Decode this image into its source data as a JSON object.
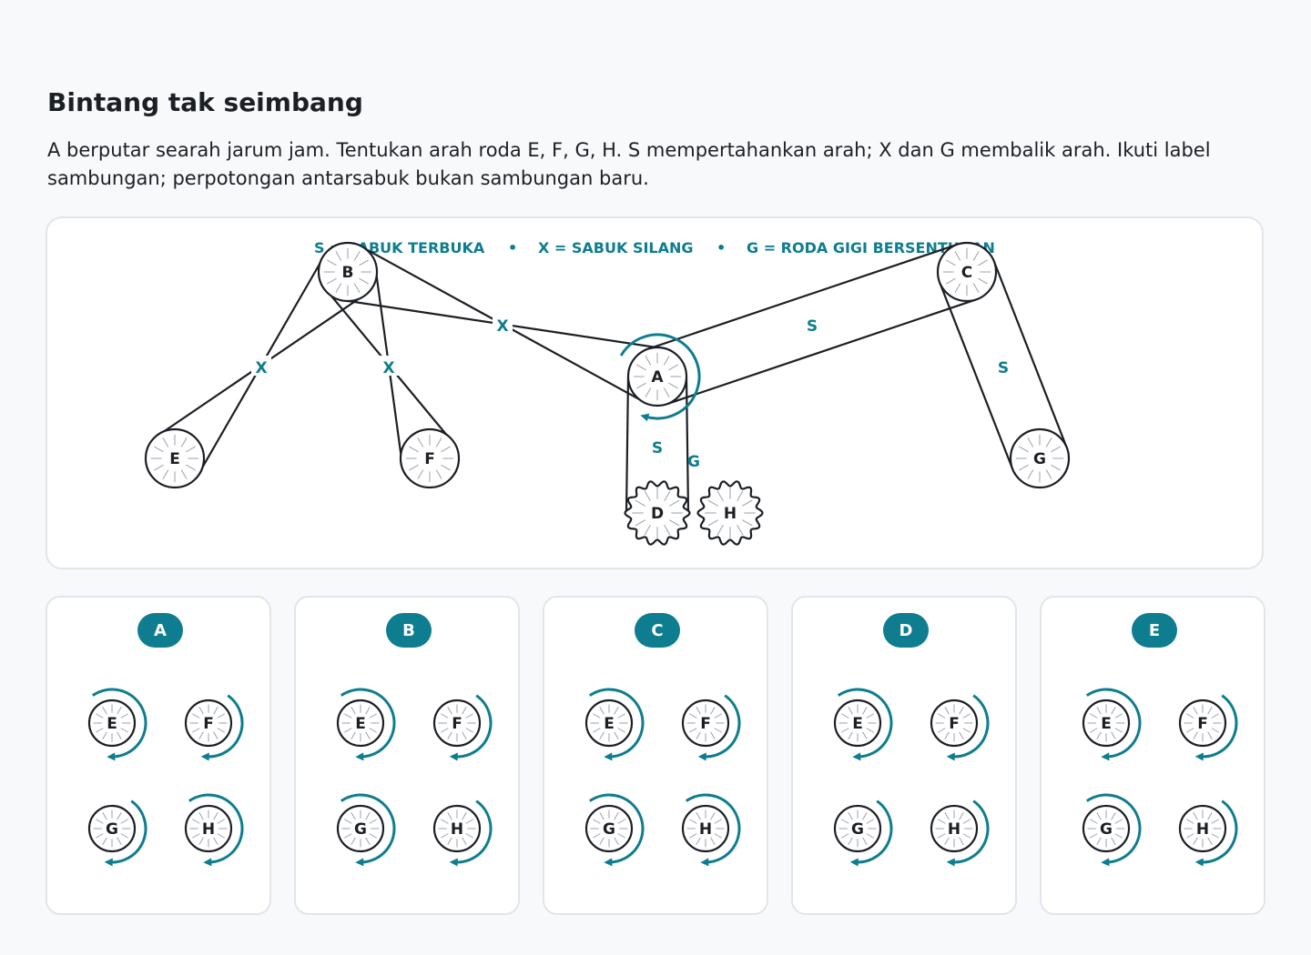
{
  "title": "Bintang tak seimbang",
  "instruction": "A berputar searah jarum jam. Tentukan arah roda E, F, G, H. S mempertahankan arah; X dan G membalik arah. Ikuti label sambungan; perpotongan antarsabuk bukan sambungan baru.",
  "legend": {
    "open": "S = SABUK TERBUKA",
    "cross": "X = SABUK SILANG",
    "gear": "G = RODA GIGI BERSENTUHAN"
  },
  "colors": {
    "accent": "#0e7d8f",
    "ink": "#1c1f24",
    "panel": "#ffffff",
    "page": "#f8f9fb"
  },
  "diagram": {
    "wheels": [
      {
        "id": "A",
        "label": "A",
        "kind": "pulley"
      },
      {
        "id": "B",
        "label": "B",
        "kind": "pulley"
      },
      {
        "id": "C",
        "label": "C",
        "kind": "pulley"
      },
      {
        "id": "E",
        "label": "E",
        "kind": "pulley"
      },
      {
        "id": "F",
        "label": "F",
        "kind": "pulley"
      },
      {
        "id": "G",
        "label": "G",
        "kind": "pulley"
      },
      {
        "id": "D",
        "label": "D",
        "kind": "gear"
      },
      {
        "id": "H",
        "label": "H",
        "kind": "gear"
      }
    ],
    "driver": {
      "wheel": "A",
      "direction": "clockwise"
    },
    "connections": [
      {
        "from": "A",
        "to": "B",
        "type": "X"
      },
      {
        "from": "A",
        "to": "C",
        "type": "S"
      },
      {
        "from": "A",
        "to": "D",
        "type": "S"
      },
      {
        "from": "B",
        "to": "E",
        "type": "X"
      },
      {
        "from": "B",
        "to": "F",
        "type": "X"
      },
      {
        "from": "C",
        "to": "G",
        "type": "S"
      },
      {
        "from": "D",
        "to": "H",
        "type": "G"
      }
    ]
  },
  "options": [
    {
      "letter": "A",
      "wheels": [
        {
          "label": "E",
          "direction": "clockwise"
        },
        {
          "label": "F",
          "direction": "counterclockwise"
        },
        {
          "label": "G",
          "direction": "counterclockwise"
        },
        {
          "label": "H",
          "direction": "clockwise"
        }
      ]
    },
    {
      "letter": "B",
      "wheels": [
        {
          "label": "E",
          "direction": "clockwise"
        },
        {
          "label": "F",
          "direction": "counterclockwise"
        },
        {
          "label": "G",
          "direction": "clockwise"
        },
        {
          "label": "H",
          "direction": "counterclockwise"
        }
      ]
    },
    {
      "letter": "C",
      "wheels": [
        {
          "label": "E",
          "direction": "clockwise"
        },
        {
          "label": "F",
          "direction": "counterclockwise"
        },
        {
          "label": "G",
          "direction": "clockwise"
        },
        {
          "label": "H",
          "direction": "clockwise"
        }
      ]
    },
    {
      "letter": "D",
      "wheels": [
        {
          "label": "E",
          "direction": "clockwise"
        },
        {
          "label": "F",
          "direction": "counterclockwise"
        },
        {
          "label": "G",
          "direction": "counterclockwise"
        },
        {
          "label": "H",
          "direction": "counterclockwise"
        }
      ]
    },
    {
      "letter": "E",
      "wheels": [
        {
          "label": "E",
          "direction": "clockwise"
        },
        {
          "label": "F",
          "direction": "counterclockwise"
        },
        {
          "label": "G",
          "direction": "clockwise"
        },
        {
          "label": "H",
          "direction": "counterclockwise"
        }
      ]
    }
  ]
}
